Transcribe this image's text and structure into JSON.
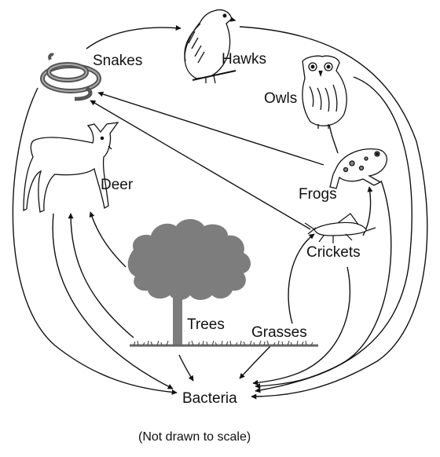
{
  "labels": {
    "snakes": "Snakes",
    "hawks": "Hawks",
    "owls": "Owls",
    "deer": "Deer",
    "frogs": "Frogs",
    "crickets": "Crickets",
    "trees": "Trees",
    "grasses": "Grasses",
    "bacteria": "Bacteria"
  },
  "caption": "(Not drawn to scale)",
  "icons": [
    "snake-icon",
    "hawk-icon",
    "owl-icon",
    "deer-icon",
    "frog-icon",
    "cricket-icon",
    "tree-icon",
    "grass-icon"
  ],
  "colors": {
    "line": "#111111",
    "tree": "#7d7d7d",
    "grass": "#555555"
  }
}
